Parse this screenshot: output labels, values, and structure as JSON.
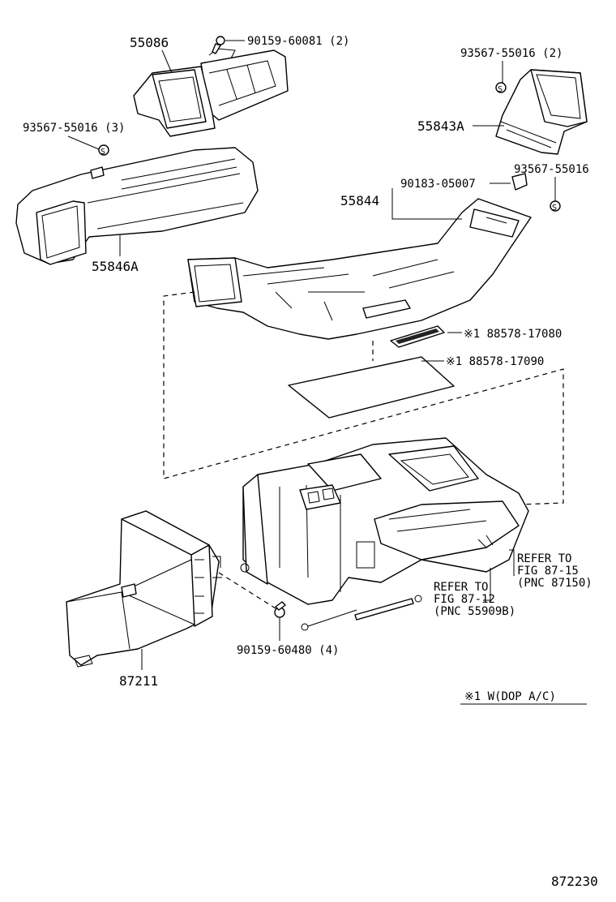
{
  "labels": {
    "p55086": "55086",
    "p90159_60081": "90159-60081 (2)",
    "p93567_top_right": "93567-55016 (2)",
    "p55843A": "55843A",
    "p93567_left": "93567-55016 (3)",
    "p90183": "90183-05007",
    "p93567_right": "93567-55016",
    "p55844": "55844",
    "p55846A": "55846A",
    "p88578_17080": "※1 88578-17080",
    "p88578_17090": "※1 88578-17090",
    "refer_1587_l1": "REFER TO",
    "refer_1587_l2": "FIG 87-15",
    "refer_1587_l3": "(PNC 87150)",
    "refer_1287_l1": "REFER TO",
    "refer_1287_l2": "FIG 87-12",
    "refer_1287_l3": "(PNC 55909B)",
    "p90159_60480": "90159-60480 (4)",
    "p87211": "87211",
    "note": "※1 W(DOP A/C)",
    "figure_number": "872230"
  },
  "icons": {
    "clip": "s-clip-icon",
    "screw": "screw-icon",
    "bolt": "bolt-icon"
  }
}
